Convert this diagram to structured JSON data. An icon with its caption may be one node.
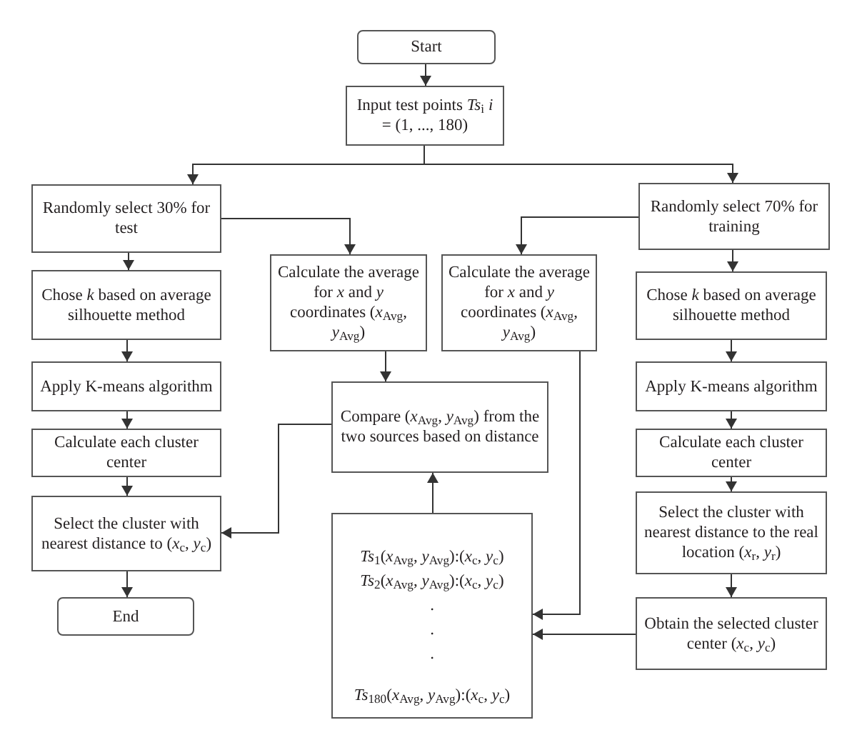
{
  "diagram": {
    "nodes": [
      {
        "text": [
          "Start"
        ]
      },
      {
        "text": [
          "Input test points *Ts*$_{i}$ *i* = (1, ..., 180)"
        ]
      },
      {
        "text": [
          "Randomly select 30% for test"
        ]
      },
      {
        "text": [
          "Chose *k* based on average silhouette method"
        ]
      },
      {
        "text": [
          "Apply K-means algorithm"
        ]
      },
      {
        "text": [
          "Calculate each cluster center"
        ]
      },
      {
        "text": [
          "Select the cluster with nearest distance to (*x*$_{c}$, *y*$_{c}$)"
        ]
      },
      {
        "text": [
          "End"
        ]
      },
      {
        "text": [
          "Calculate the average for *x* and *y* coordinates (*x*$_{Avg}$, *y*$_{Avg}$)"
        ]
      },
      {
        "text": [
          "Calculate the average for *x* and *y* coordinates (*x*$_{Avg}$, *y*$_{Avg}$)"
        ]
      },
      {
        "text": [
          "Compare (*x*$_{Avg}$, *y*$_{Avg}$) from the two sources based on distance"
        ]
      },
      {
        "text": [
          "*Ts*$_{1}$(*x*$_{Avg}$, *y*$_{Avg}$):(*x*$_{c}$, *y*$_{c}$)",
          "*Ts*$_{2}$(*x*$_{Avg}$, *y*$_{Avg}$):(*x*$_{c}$, *y*$_{c}$)",
          ".",
          ".",
          ".",
          "*Ts*$_{180}$(*x*$_{Avg}$, *y*$_{Avg}$):(*x*$_{c}$, *y*$_{c}$)"
        ]
      },
      {
        "text": [
          "Randomly select 70% for training"
        ]
      },
      {
        "text": [
          "Chose *k* based on average silhouette method"
        ]
      },
      {
        "text": [
          "Apply K-means algorithm"
        ]
      },
      {
        "text": [
          "Calculate each cluster center"
        ]
      },
      {
        "text": [
          "Select the cluster with nearest distance to the real location (*x*$_{r}$, *y*$_{r}$)"
        ]
      },
      {
        "text": [
          "Obtain the selected cluster center (*x*$_{c}$, *y*$_{c}$)"
        ]
      }
    ],
    "edges": [
      {
        "from": 0,
        "to": 1,
        "arrow": "to"
      },
      {
        "from": 1,
        "to": 2,
        "arrow": "to"
      },
      {
        "from": 1,
        "to": 12,
        "arrow": "to"
      },
      {
        "from": 2,
        "to": 3,
        "arrow": "to"
      },
      {
        "from": 3,
        "to": 4,
        "arrow": "to"
      },
      {
        "from": 4,
        "to": 5,
        "arrow": "to"
      },
      {
        "from": 5,
        "to": 6,
        "arrow": "to"
      },
      {
        "from": 6,
        "to": 7,
        "arrow": "to"
      },
      {
        "from": 2,
        "to": 8,
        "arrow": "to"
      },
      {
        "from": 12,
        "to": 9,
        "arrow": "to"
      },
      {
        "from": 8,
        "to": 10,
        "arrow": "to"
      },
      {
        "from": 9,
        "to": 11,
        "arrow": "to"
      },
      {
        "from": 10,
        "to": 6,
        "arrow": "to"
      },
      {
        "from": 11,
        "to": 10,
        "arrow": "to"
      },
      {
        "from": 17,
        "to": 11,
        "arrow": "to"
      },
      {
        "from": 12,
        "to": 13,
        "arrow": "to"
      },
      {
        "from": 13,
        "to": 14,
        "arrow": "to"
      },
      {
        "from": 14,
        "to": 15,
        "arrow": "to"
      },
      {
        "from": 15,
        "to": 16,
        "arrow": "to"
      },
      {
        "from": 16,
        "to": 17,
        "arrow": "to"
      }
    ]
  }
}
